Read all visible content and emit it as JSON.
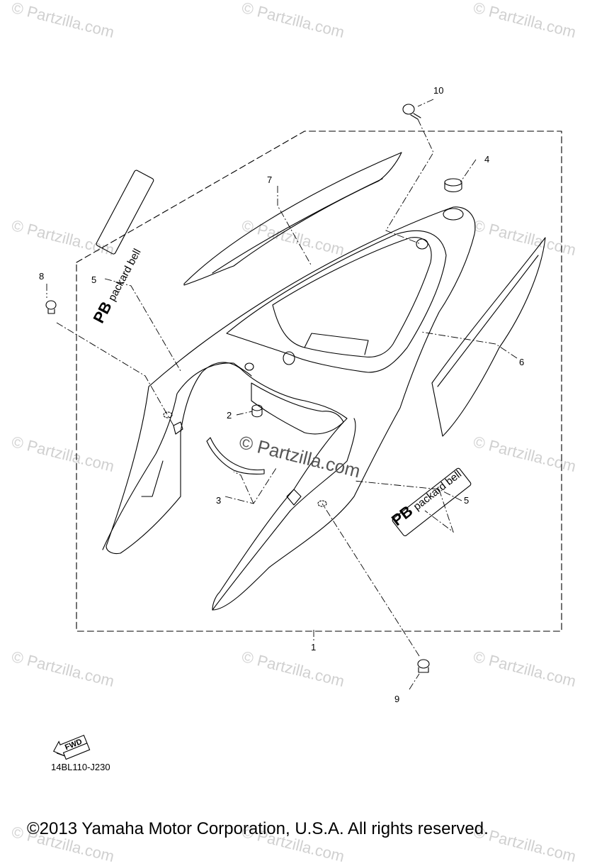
{
  "watermark": "© Partzilla.com",
  "center_watermark": "© Partzilla.com",
  "callouts": [
    "10",
    "7",
    "4",
    "8",
    "5",
    "6",
    "2",
    "3",
    "5",
    "1",
    "9"
  ],
  "decal_text": "packard bell",
  "decal_logo": "PB",
  "fwd_label": "FWD",
  "diagram_code": "14BL110-J230",
  "copyright": "©2013 Yamaha Motor Corporation, U.S.A. All rights reserved.",
  "colors": {
    "line": "#000000",
    "watermark": "#d0d0d0"
  }
}
